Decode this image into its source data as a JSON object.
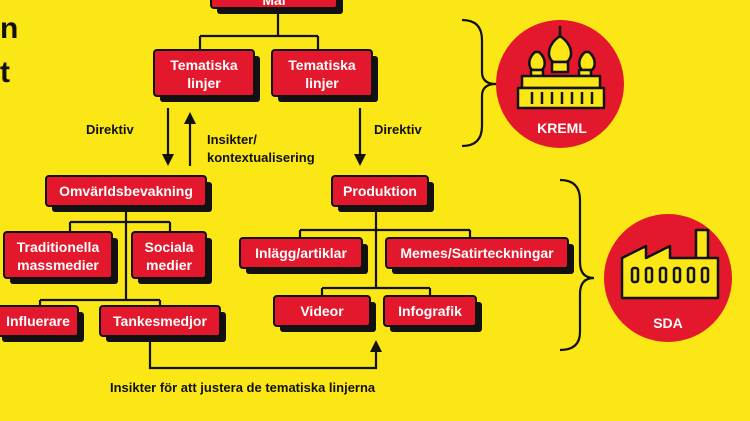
{
  "title_fragment": [
    "n",
    "t"
  ],
  "nodes": {
    "mal": "Mål",
    "tematiska_1": [
      "Tematiska",
      "linjer"
    ],
    "tematiska_2": [
      "Tematiska",
      "linjer"
    ],
    "omvarld": "Omvärldsbevakning",
    "produktion": "Produktion",
    "traditionella": [
      "Traditionella",
      "massmedier"
    ],
    "sociala": [
      "Sociala",
      "medier"
    ],
    "influerare": "Influerare",
    "tankesmedjor": "Tankesmedjor",
    "inlagg": "Inlägg/artiklar",
    "memes": "Memes/Satirteckningar",
    "videor": "Videor",
    "infografik": "Infografik"
  },
  "labels": {
    "direktiv_left": "Direktiv",
    "direktiv_right": "Direktiv",
    "insikter": [
      "Insikter/",
      "kontextualisering"
    ],
    "bottom": "Insikter för att justera de tematiska linjerna"
  },
  "orgs": {
    "kreml": "KREML",
    "sda": "SDA"
  },
  "icons": [
    "kremlin-icon",
    "factory-icon"
  ],
  "colors": {
    "background": "#fbe616",
    "node_fill": "#e3182d",
    "node_shadow": "#111111",
    "circle": "#e3182d",
    "text_on_red": "#ffffff",
    "line": "#111111"
  }
}
